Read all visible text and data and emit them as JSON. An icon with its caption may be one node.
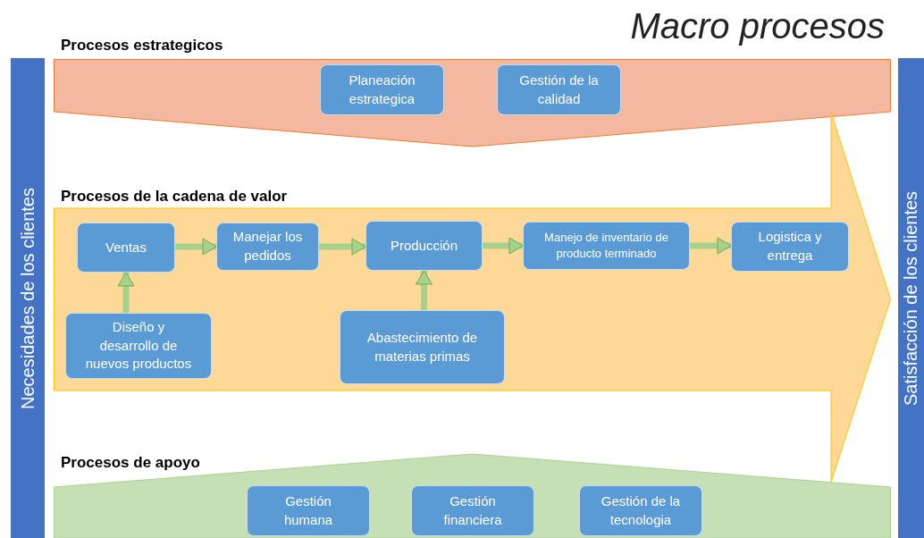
{
  "diagram": {
    "title": "Macro procesos",
    "nodes": [
      {
        "text": [
          "Necesidades de los clientes"
        ]
      },
      {
        "text": [
          "Procesos estrategicos"
        ]
      },
      {
        "text": [
          "Planeación estrategica"
        ],
        "in": 1
      },
      {
        "text": [
          "Gestión de la calidad"
        ],
        "in": 1
      },
      {
        "text": [
          "Procesos de la cadena de valor"
        ]
      },
      {
        "text": [
          "Ventas"
        ],
        "in": 4
      },
      {
        "text": [
          "Manejar los pedidos"
        ],
        "in": 4
      },
      {
        "text": [
          "Producción"
        ],
        "in": 4
      },
      {
        "text": [
          "Manejo de inventario de producto terminado"
        ],
        "in": 4
      },
      {
        "text": [
          "Logistica y entrega"
        ],
        "in": 4
      },
      {
        "text": [
          "Diseño y desarrollo de nuevos productos"
        ],
        "in": 4
      },
      {
        "text": [
          "Abastecimiento de materias primas"
        ],
        "in": 4
      },
      {
        "text": [
          "Procesos de apoyo"
        ]
      },
      {
        "text": [
          "Gestión humana"
        ],
        "in": 12
      },
      {
        "text": [
          "Gestión financiera"
        ],
        "in": 12
      },
      {
        "text": [
          "Gestión de la tecnologia"
        ],
        "in": 12
      },
      {
        "text": [
          "Satisfacción de los clientes"
        ]
      }
    ],
    "edges": [
      {
        "from": 5,
        "to": 6,
        "arrow": "to"
      },
      {
        "from": 6,
        "to": 7,
        "arrow": "to"
      },
      {
        "from": 7,
        "to": 8,
        "arrow": "to"
      },
      {
        "from": 8,
        "to": 9,
        "arrow": "to"
      },
      {
        "from": 10,
        "to": 5,
        "arrow": "to"
      },
      {
        "from": 11,
        "to": 7,
        "arrow": "to"
      }
    ]
  }
}
